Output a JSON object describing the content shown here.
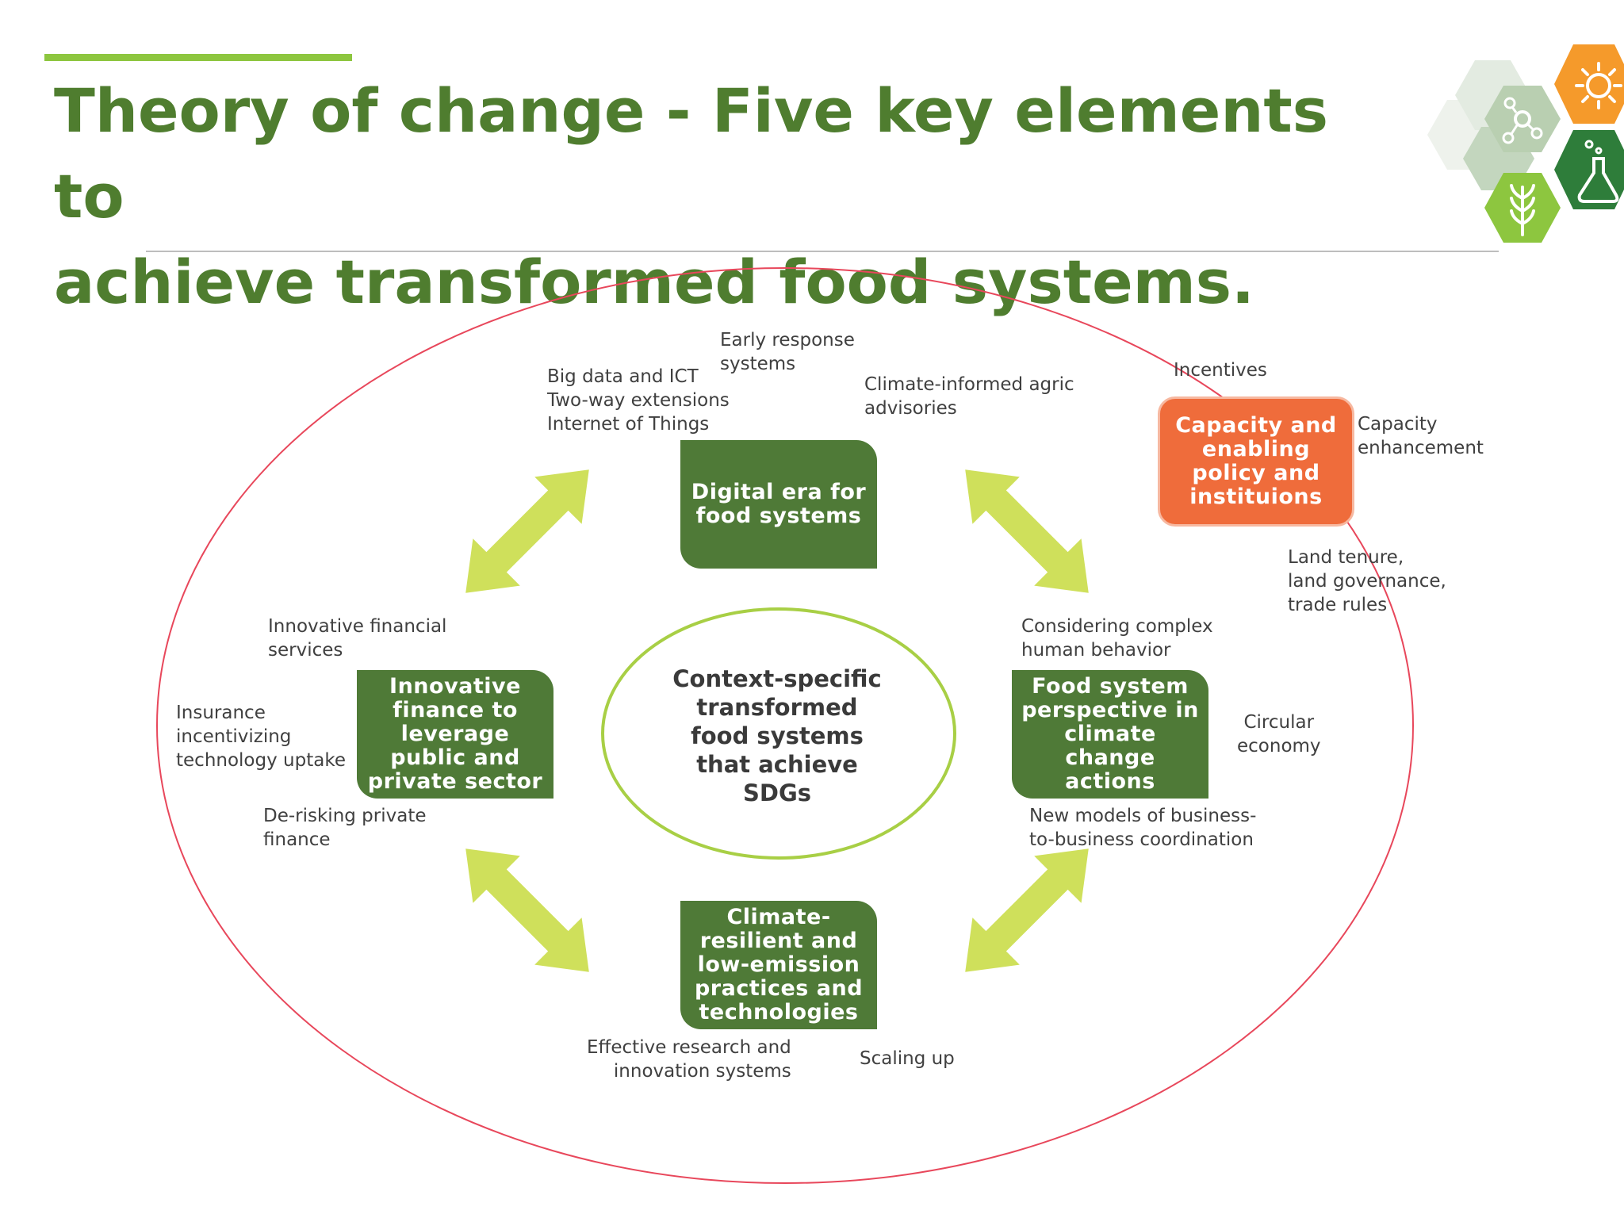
{
  "title_lines": [
    "Theory of change - Five key elements to",
    "achieve transformed food systems."
  ],
  "colors": {
    "title": "#4f7d2f",
    "accent": "#8dc63f",
    "box_green": "#4f7a37",
    "box_orange": "#ef6c3b",
    "arrow": "#cfe05b",
    "outer_ellipse": "#e8475b",
    "inner_ellipse": "#a8cf45"
  },
  "center": {
    "lines": [
      "Context-specific",
      "transformed",
      "food systems",
      "that achieve",
      "SDGs"
    ]
  },
  "elements": {
    "digital": {
      "lines": [
        "Digital era for",
        "food systems"
      ]
    },
    "finance": {
      "lines": [
        "Innovative",
        "finance to",
        "leverage",
        "public and",
        "private sector"
      ]
    },
    "food_system": {
      "lines": [
        "Food system",
        "perspective in",
        "climate",
        "change",
        "actions"
      ]
    },
    "climate": {
      "lines": [
        "Climate-",
        "resilient and",
        "low-emission",
        "practices and",
        "technologies"
      ]
    },
    "capacity": {
      "lines": [
        "Capacity  and",
        "enabling",
        "policy  and",
        "instituions"
      ]
    }
  },
  "labels": {
    "early_response": [
      "Early response",
      "systems"
    ],
    "big_data": [
      "Big data and ICT",
      "Two-way extensions",
      "Internet of Things"
    ],
    "climate_informed": [
      "Climate-informed agric",
      "advisories"
    ],
    "incentives": [
      "Incentives"
    ],
    "capacity_enhancement": [
      "Capacity",
      "enhancement"
    ],
    "land_tenure": [
      "Land tenure,",
      "land governance,",
      "trade rules"
    ],
    "innovative_financial": [
      "Innovative financial",
      "services"
    ],
    "insurance": [
      "Insurance",
      "incentivizing",
      "technology uptake"
    ],
    "derisking": [
      "De-risking private",
      "finance"
    ],
    "considering": [
      "Considering complex",
      "human behavior"
    ],
    "circular": [
      "Circular",
      "economy"
    ],
    "new_models": [
      "New models of business-",
      "to-business coordination"
    ],
    "effective_research": [
      "Effective research and",
      "innovation systems"
    ],
    "scaling": [
      "Scaling up"
    ]
  },
  "logo_icons": [
    "sun-icon",
    "molecule-icon",
    "flask-icon",
    "wheat-icon"
  ]
}
